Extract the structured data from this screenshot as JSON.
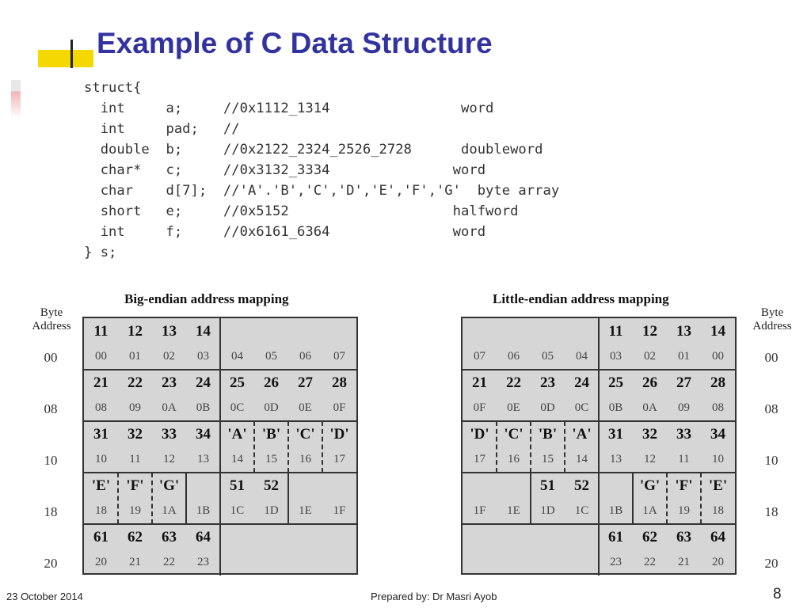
{
  "title": "Example of C Data Structure",
  "code_lines": [
    "struct{",
    "  int     a;     //0x1112_1314                word",
    "  int     pad;   //",
    "  double  b;     //0x2122_2324_2526_2728      doubleword",
    "  char*   c;     //0x3132_3334               word",
    "  char    d[7];  //'A'.'B','C','D','E','F','G'  byte array",
    "  short   e;     //0x5152                    halfword",
    "  int     f;     //0x6161_6364               word",
    "} s;"
  ],
  "big_endian": {
    "title": "Big-endian address mapping",
    "byte_address_label_1": "Byte",
    "byte_address_label_2": "Address",
    "row_addresses": [
      "00",
      "08",
      "10",
      "18",
      "20"
    ],
    "rows": [
      {
        "values": [
          "11",
          "12",
          "13",
          "14",
          "",
          "",
          "",
          ""
        ],
        "offsets": [
          "00",
          "01",
          "02",
          "03",
          "04",
          "05",
          "06",
          "07"
        ]
      },
      {
        "values": [
          "21",
          "22",
          "23",
          "24",
          "25",
          "26",
          "27",
          "28"
        ],
        "offsets": [
          "08",
          "09",
          "0A",
          "0B",
          "0C",
          "0D",
          "0E",
          "0F"
        ]
      },
      {
        "values": [
          "31",
          "32",
          "33",
          "34",
          "'A'",
          "'B'",
          "'C'",
          "'D'"
        ],
        "offsets": [
          "10",
          "11",
          "12",
          "13",
          "14",
          "15",
          "16",
          "17"
        ]
      },
      {
        "values": [
          "'E'",
          "'F'",
          "'G'",
          "",
          "51",
          "52",
          "",
          ""
        ],
        "offsets": [
          "18",
          "19",
          "1A",
          "1B",
          "1C",
          "1D",
          "1E",
          "1F"
        ]
      },
      {
        "values": [
          "61",
          "62",
          "63",
          "64",
          "",
          "",
          "",
          ""
        ],
        "offsets": [
          "20",
          "21",
          "22",
          "23",
          "",
          "",
          "",
          ""
        ]
      }
    ]
  },
  "little_endian": {
    "title": "Little-endian address mapping",
    "byte_address_label_1": "Byte",
    "byte_address_label_2": "Address",
    "row_addresses": [
      "00",
      "08",
      "10",
      "18",
      "20"
    ],
    "rows": [
      {
        "values": [
          "",
          "",
          "",
          "",
          "11",
          "12",
          "13",
          "14"
        ],
        "offsets": [
          "07",
          "06",
          "05",
          "04",
          "03",
          "02",
          "01",
          "00"
        ]
      },
      {
        "values": [
          "21",
          "22",
          "23",
          "24",
          "25",
          "26",
          "27",
          "28"
        ],
        "offsets": [
          "0F",
          "0E",
          "0D",
          "0C",
          "0B",
          "0A",
          "09",
          "08"
        ]
      },
      {
        "values": [
          "'D'",
          "'C'",
          "'B'",
          "'A'",
          "31",
          "32",
          "33",
          "34"
        ],
        "offsets": [
          "17",
          "16",
          "15",
          "14",
          "13",
          "12",
          "11",
          "10"
        ]
      },
      {
        "values": [
          "",
          "",
          "51",
          "52",
          "",
          "'G'",
          "'F'",
          "'E'"
        ],
        "offsets": [
          "1F",
          "1E",
          "1D",
          "1C",
          "1B",
          "1A",
          "19",
          "18"
        ]
      },
      {
        "values": [
          "",
          "",
          "",
          "",
          "61",
          "62",
          "63",
          "64"
        ],
        "offsets": [
          "",
          "",
          "",
          "",
          "23",
          "22",
          "21",
          "20"
        ]
      }
    ]
  },
  "footer": {
    "date": "23 October 2014",
    "author": "Prepared by: Dr Masri Ayob",
    "page": "8"
  }
}
